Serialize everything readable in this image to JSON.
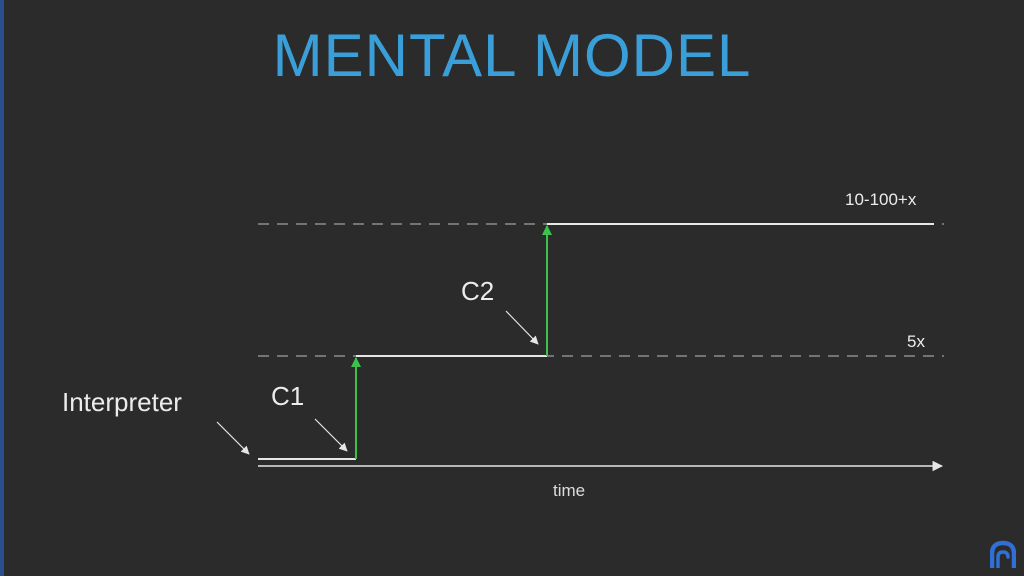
{
  "title": "MENTAL MODEL",
  "labels": {
    "interpreter": "Interpreter",
    "c1": "C1",
    "c2": "C2",
    "level_5x": "5x",
    "level_10_100x": "10-100+x",
    "time_axis": "time"
  },
  "colors": {
    "background": "#2b2b2b",
    "title": "#3a9fd8",
    "step_rise": "#3cc24a",
    "line": "#e6e6e6",
    "dashed": "#8c8c8c",
    "logo": "#2f6fd6"
  },
  "logo_icon": "stylized-a-logo-icon"
}
